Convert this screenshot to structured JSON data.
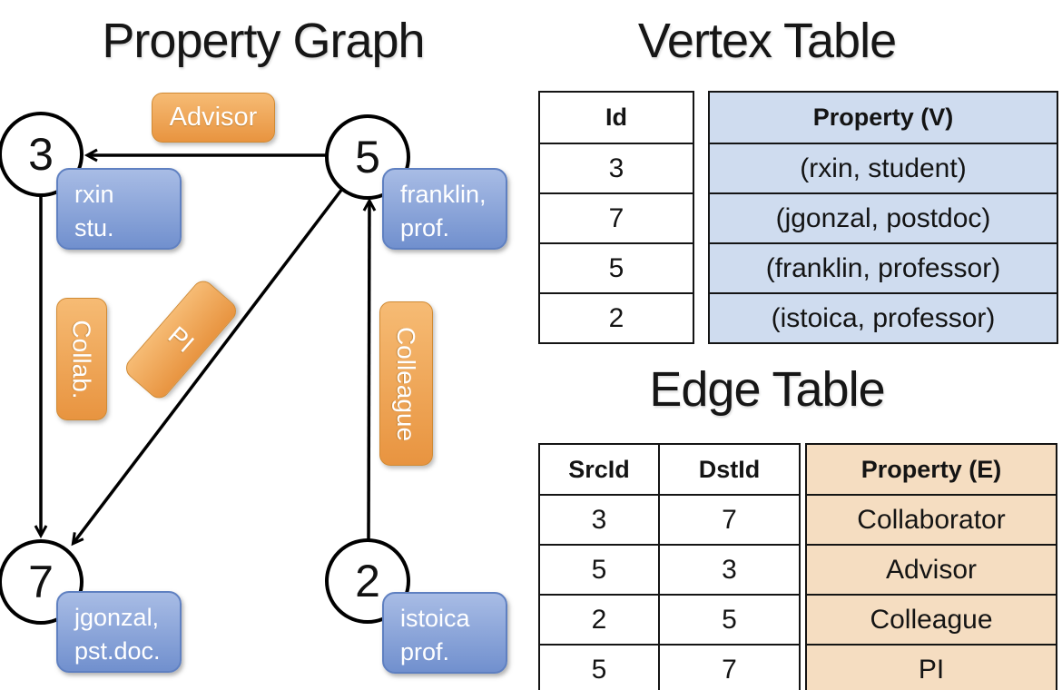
{
  "graph": {
    "title": "Property Graph",
    "nodes": [
      {
        "label": "3"
      },
      {
        "label": "5"
      },
      {
        "label": "7"
      },
      {
        "label": "2"
      }
    ],
    "vertex_properties": [
      {
        "line1": "rxin",
        "line2": "stu."
      },
      {
        "line1": "franklin,",
        "line2": "prof."
      },
      {
        "line1": "jgonzal,",
        "line2": "pst.doc."
      },
      {
        "line1": "istoica",
        "line2": "prof."
      }
    ],
    "edge_labels": [
      {
        "label": "Advisor"
      },
      {
        "label": "Collab."
      },
      {
        "label": "PI"
      },
      {
        "label": "Colleague"
      }
    ]
  },
  "vertex_table": {
    "title": "Vertex Table",
    "columns": {
      "id": "Id",
      "property": "Property (V)"
    },
    "rows": [
      {
        "id": "3",
        "property": "(rxin, student)"
      },
      {
        "id": "7",
        "property": "(jgonzal, postdoc)"
      },
      {
        "id": "5",
        "property": "(franklin, professor)"
      },
      {
        "id": "2",
        "property": "(istoica, professor)"
      }
    ]
  },
  "edge_table": {
    "title": "Edge Table",
    "columns": {
      "src": "SrcId",
      "dst": "DstId",
      "property": "Property (E)"
    },
    "rows": [
      {
        "src": "3",
        "dst": "7",
        "property": "Collaborator"
      },
      {
        "src": "5",
        "dst": "3",
        "property": "Advisor"
      },
      {
        "src": "2",
        "dst": "5",
        "property": "Colleague"
      },
      {
        "src": "5",
        "dst": "7",
        "property": "PI"
      }
    ]
  },
  "colors": {
    "vertex_property_bg": "#CFDCEF",
    "edge_property_bg": "#F5DDC1",
    "edge_label_orange": "#ED9F4A",
    "vertex_box_blue": "#8BA5DA",
    "line_black": "#000000"
  }
}
